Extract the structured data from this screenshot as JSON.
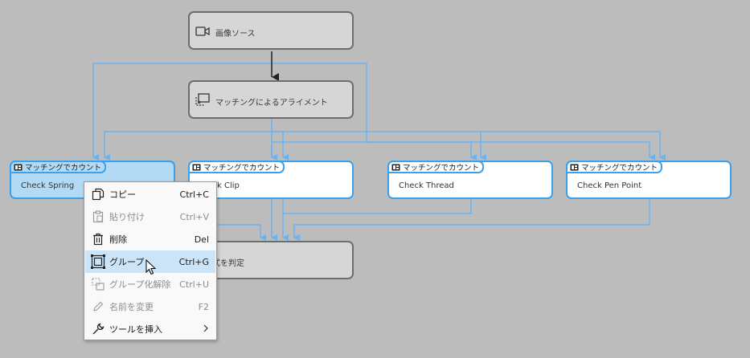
{
  "nodes": {
    "source": {
      "label": "画像ソース",
      "icon": "camera-icon"
    },
    "align": {
      "label": "マッチングによるアライメント",
      "icon": "alignment-icon"
    },
    "judge": {
      "label": "式を判定"
    },
    "spring": {
      "badge": "マッチングでカウント",
      "label": "Check Spring",
      "badge_icon": "count-icon"
    },
    "clip": {
      "badge": "マッチングでカウント",
      "label": "k Clip",
      "badge_icon": "count-icon"
    },
    "thread": {
      "badge": "マッチングでカウント",
      "label": "Check Thread",
      "badge_icon": "count-icon"
    },
    "pen": {
      "badge": "マッチングでカウント",
      "label": "Check Pen Point",
      "badge_icon": "count-icon"
    }
  },
  "context_menu": {
    "items": [
      {
        "label": "コピー",
        "shortcut": "Ctrl+C",
        "icon": "copy-icon",
        "enabled": true
      },
      {
        "label": "貼り付け",
        "shortcut": "Ctrl+V",
        "icon": "paste-icon",
        "enabled": false
      },
      {
        "label": "削除",
        "shortcut": "Del",
        "icon": "trash-icon",
        "enabled": true
      },
      {
        "label": "グループ",
        "shortcut": "Ctrl+G",
        "icon": "group-icon",
        "enabled": true,
        "highlighted": true
      },
      {
        "label": "グループ化解除",
        "shortcut": "Ctrl+U",
        "icon": "ungroup-icon",
        "enabled": false
      },
      {
        "label": "名前を変更",
        "shortcut": "F2",
        "icon": "pencil-icon",
        "enabled": false
      },
      {
        "label": "ツールを挿入",
        "shortcut": "",
        "icon": "wrench-icon",
        "enabled": true,
        "submenu": true
      }
    ]
  },
  "colors": {
    "background": "#bcbcbc",
    "connector": "#6db2ef",
    "main_arrow": "#222222",
    "selected_node": "#b3daf5",
    "menu_highlight": "#cce4f7"
  }
}
